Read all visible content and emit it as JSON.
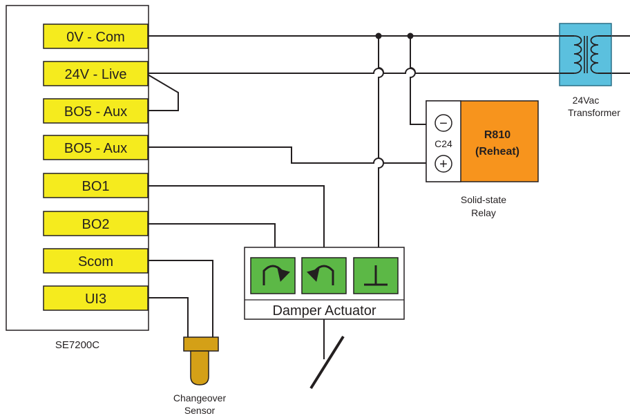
{
  "controller": {
    "label": "SE7200C",
    "terminals": [
      "0V - Com",
      "24V - Live",
      "BO5 - Aux",
      "BO5 - Aux",
      "BO1",
      "BO2",
      "Scom",
      "UI3"
    ]
  },
  "transformer": {
    "label_line1": "24Vac",
    "label_line2": "Transformer"
  },
  "relay": {
    "model": "R810",
    "function": "(Reheat)",
    "terminal_label": "C24",
    "minus_symbol": "−",
    "plus_symbol": "+",
    "caption_line1": "Solid-state",
    "caption_line2": "Relay"
  },
  "actuator": {
    "label": "Damper Actuator"
  },
  "sensor": {
    "label_line1": "Changeover",
    "label_line2": "Sensor"
  },
  "colors": {
    "terminal_fill": "#f5eb1e",
    "relay_fill": "#f7941d",
    "transformer_fill": "#5bc0de",
    "actuator_button_fill": "#5cb846",
    "sensor_fill": "#d4a017",
    "wire": "#231f20"
  }
}
